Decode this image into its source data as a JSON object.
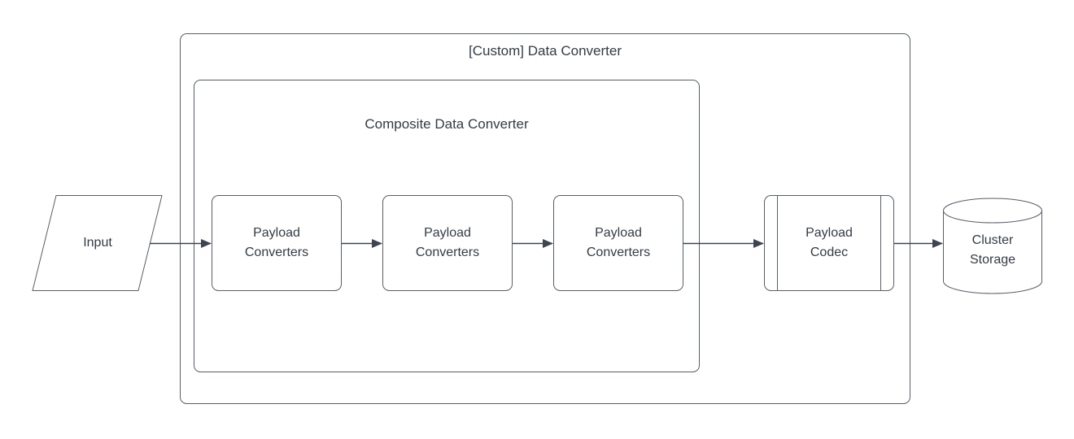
{
  "diagram": {
    "outer_container": {
      "label": "[Custom] Data Converter"
    },
    "inner_container": {
      "label": "Composite Data Converter"
    },
    "nodes": [
      {
        "id": "input",
        "shape": "parallelogram",
        "label": "Input"
      },
      {
        "id": "payload-converters-1",
        "shape": "rounded-rectangle",
        "label": "Payload Converters"
      },
      {
        "id": "payload-converters-2",
        "shape": "rounded-rectangle",
        "label": "Payload Converters"
      },
      {
        "id": "payload-converters-3",
        "shape": "rounded-rectangle",
        "label": "Payload Converters"
      },
      {
        "id": "payload-codec",
        "shape": "predefined-process",
        "label": "Payload Codec"
      },
      {
        "id": "cluster-storage",
        "shape": "cylinder",
        "label": "Cluster Storage"
      }
    ],
    "edges": [
      {
        "from": "input",
        "to": "payload-converters-1"
      },
      {
        "from": "payload-converters-1",
        "to": "payload-converters-2"
      },
      {
        "from": "payload-converters-2",
        "to": "payload-converters-3"
      },
      {
        "from": "payload-converters-3",
        "to": "payload-codec"
      },
      {
        "from": "payload-codec",
        "to": "cluster-storage"
      }
    ],
    "colors": {
      "stroke": "#575e68",
      "arrow": "#3d4550",
      "text": "#333b44",
      "background": "#ffffff"
    }
  }
}
